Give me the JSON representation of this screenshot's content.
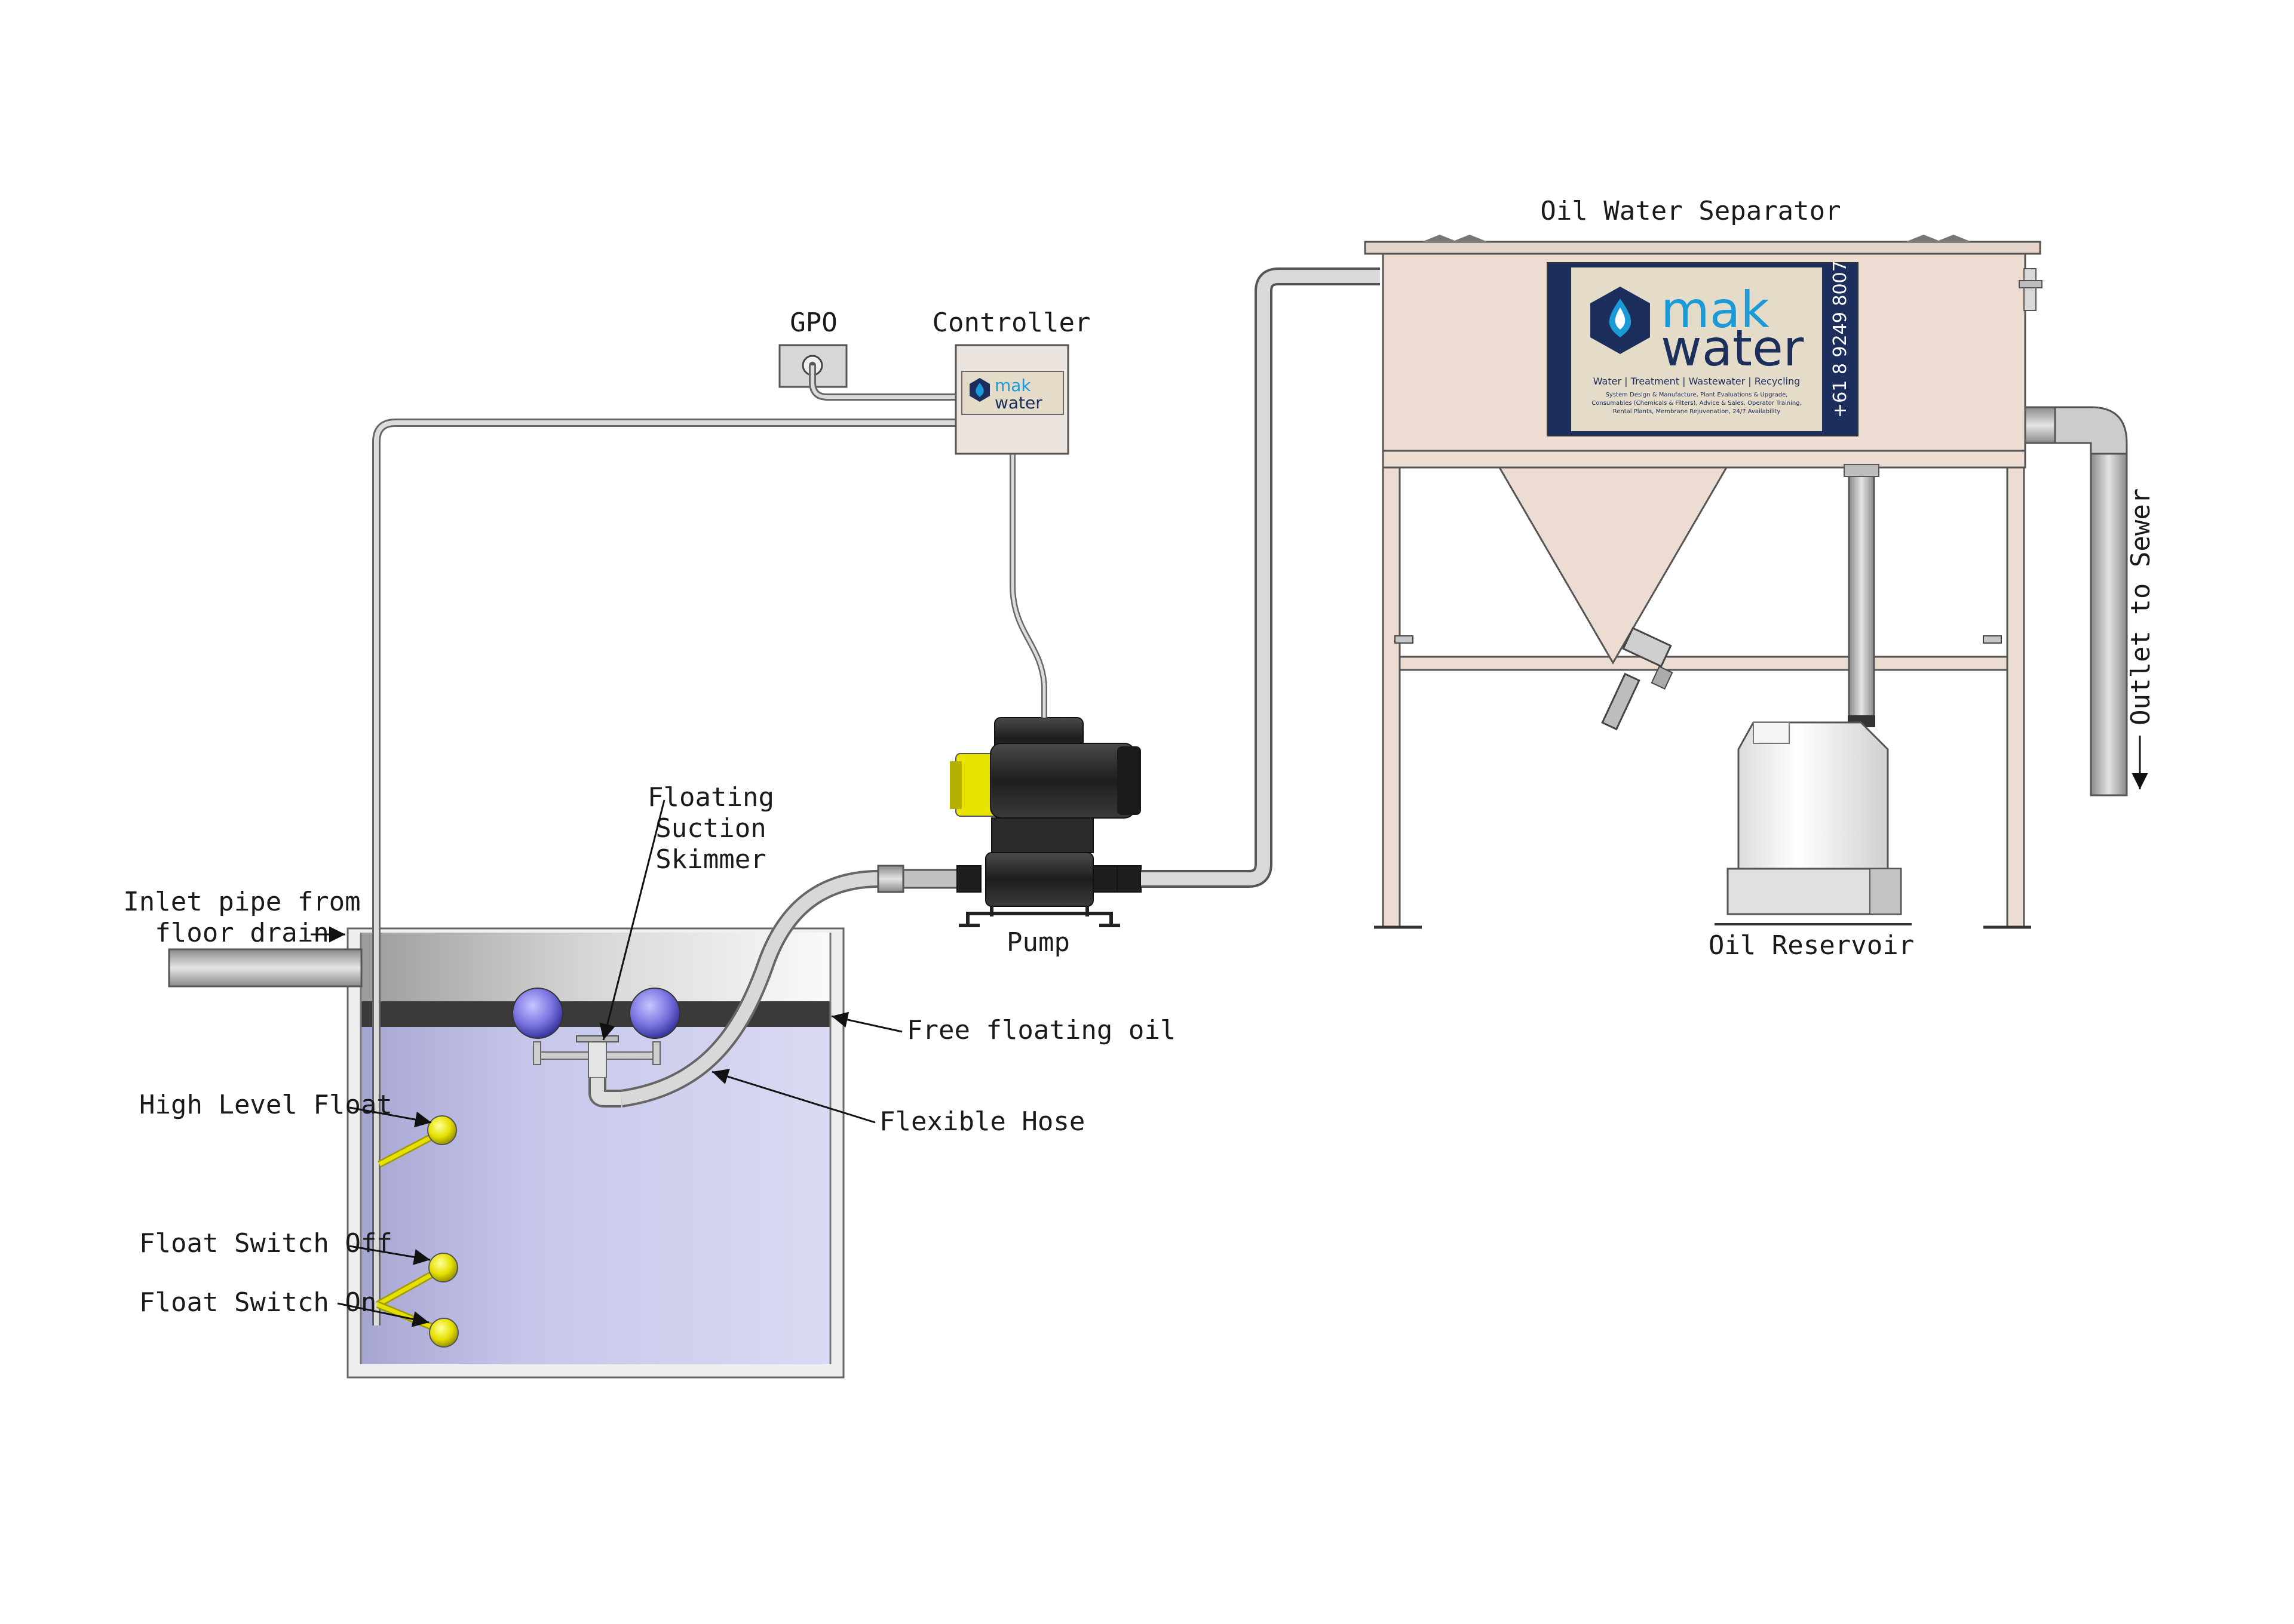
{
  "labels": {
    "oil_water_separator": "Oil Water Separator",
    "gpo": "GPO",
    "controller": "Controller",
    "floating_suction_skimmer": [
      "Floating",
      "Suction",
      "Skimmer"
    ],
    "inlet_pipe": [
      "Inlet pipe from",
      "floor drain"
    ],
    "pump": "Pump",
    "oil_reservoir": "Oil Reservoir",
    "free_floating_oil": "Free floating oil",
    "high_level_float": "High Level Float",
    "flexible_hose": "Flexible Hose",
    "float_switch_off": "Float Switch Off",
    "float_switch_on": "Float Switch On",
    "outlet_to_sewer": "Outlet to Sewer"
  },
  "logo": {
    "mak": "mak",
    "water": "water",
    "tagline": "Water | Treatment | Wastewater | Recycling",
    "services_1": "System Design & Manufacture, Plant Evaluations & Upgrade,",
    "services_2": "Consumables (Chemicals & Filters), Advice & Sales, Operator Training,",
    "services_3": "Rental Plants, Membrane Rejuvenation, 24/7 Availability",
    "phone": "+61 8 9249 8007"
  },
  "colors": {
    "separator_body": "#ecdcd2",
    "logo_panel": "#1c2e5c",
    "logo_inner": "#e4dcc8",
    "brand_blue": "#1a9ad6",
    "water": "#cdcdec",
    "oil_layer": "#3a3a3a",
    "float_yellow": "#e6e000",
    "ball_blue": "#7a74e0",
    "pump_black": "#2a2a2a"
  }
}
